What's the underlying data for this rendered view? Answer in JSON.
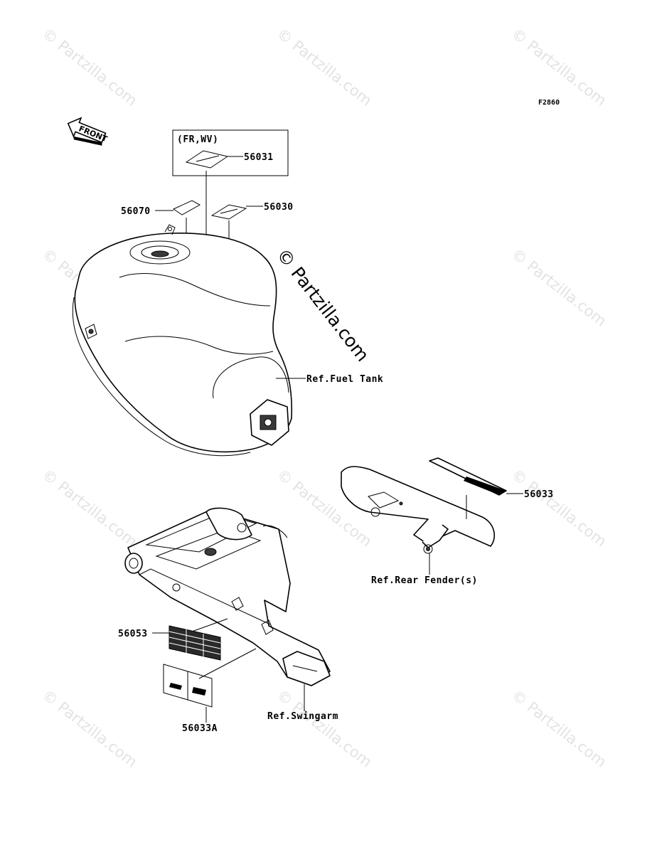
{
  "diagram": {
    "code": "F2860",
    "watermark": "© Partzilla.com",
    "center_watermark": "© Partzilla.com",
    "front_label": "FRONT",
    "variant_box_label": "(FR,WV)",
    "parts": {
      "p56031": "56031",
      "p56070": "56070",
      "p56030": "56030",
      "p56033": "56033",
      "p56053": "56053",
      "p56033A": "56033A"
    },
    "refs": {
      "fuel_tank": "Ref.Fuel Tank",
      "rear_fender": "Ref.Rear Fender(s)",
      "swingarm": "Ref.Swingarm"
    }
  }
}
